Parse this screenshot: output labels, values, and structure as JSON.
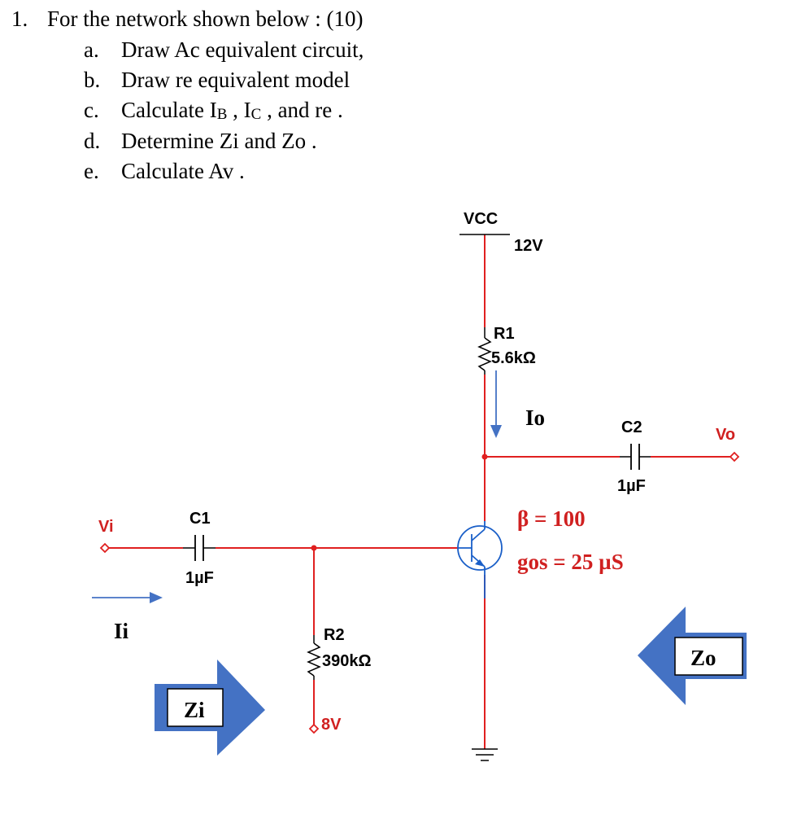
{
  "question": {
    "number": "1.",
    "text": "For the network shown below : (10)",
    "items": [
      {
        "letter": "a.",
        "text": "Draw Ac equivalent circuit,"
      },
      {
        "letter": "b.",
        "text": "Draw re equivalent model"
      },
      {
        "letter": "c.",
        "pre": "Calculate I",
        "sub1": "B",
        "mid": " , I",
        "sub2": "C",
        "post": " , and re ."
      },
      {
        "letter": "d.",
        "text": "Determine Zi and Zo ."
      },
      {
        "letter": "e.",
        "text": "Calculate Av ."
      }
    ]
  },
  "circuit": {
    "vcc_label": "VCC",
    "vcc_value": "12V",
    "r1_name": "R1",
    "r1_value": "5.6kΩ",
    "io_label": "Io",
    "c2_name": "C2",
    "c2_value": "1µF",
    "vo_label": "Vo",
    "vi_label": "Vi",
    "c1_name": "C1",
    "c1_value": "1µF",
    "beta": "β = 100",
    "gos": "gos = 25 µS",
    "ii_label": "Ii",
    "r2_name": "R2",
    "r2_value": "390kΩ",
    "bias_value": "8V",
    "zi_label": "Zi",
    "zo_label": "Zo"
  },
  "colors": {
    "wire": "#e02020",
    "component": "#1a5fc8",
    "arrow_fill": "#4472c4",
    "text_red": "#d02020"
  }
}
